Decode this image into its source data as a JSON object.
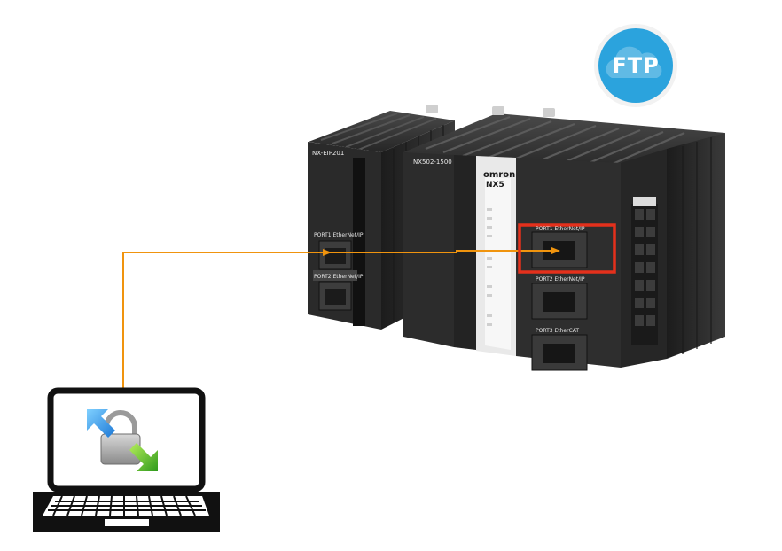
{
  "badge": {
    "label": "FTP",
    "color": "#2ba3dd"
  },
  "left_module": {
    "model": "NX-EIP201",
    "port1": "PORT1 EtherNet/IP",
    "port2": "PORT2 EtherNet/IP"
  },
  "cpu_unit": {
    "model": "NX502-1500",
    "brand": "omron",
    "series": "NX5",
    "port1": "PORT1 EtherNet/IP",
    "port2": "PORT2 EtherNet/IP",
    "port3": "PORT3 EtherCAT"
  },
  "colors": {
    "cable": "#f0940e",
    "highlight": "#e4301c",
    "plc_body": "#2b2b2b",
    "laptop_frame": "#111111"
  },
  "icons": {
    "laptop": "laptop-icon",
    "lock": "padlock-icon",
    "cloud": "cloud-icon"
  }
}
